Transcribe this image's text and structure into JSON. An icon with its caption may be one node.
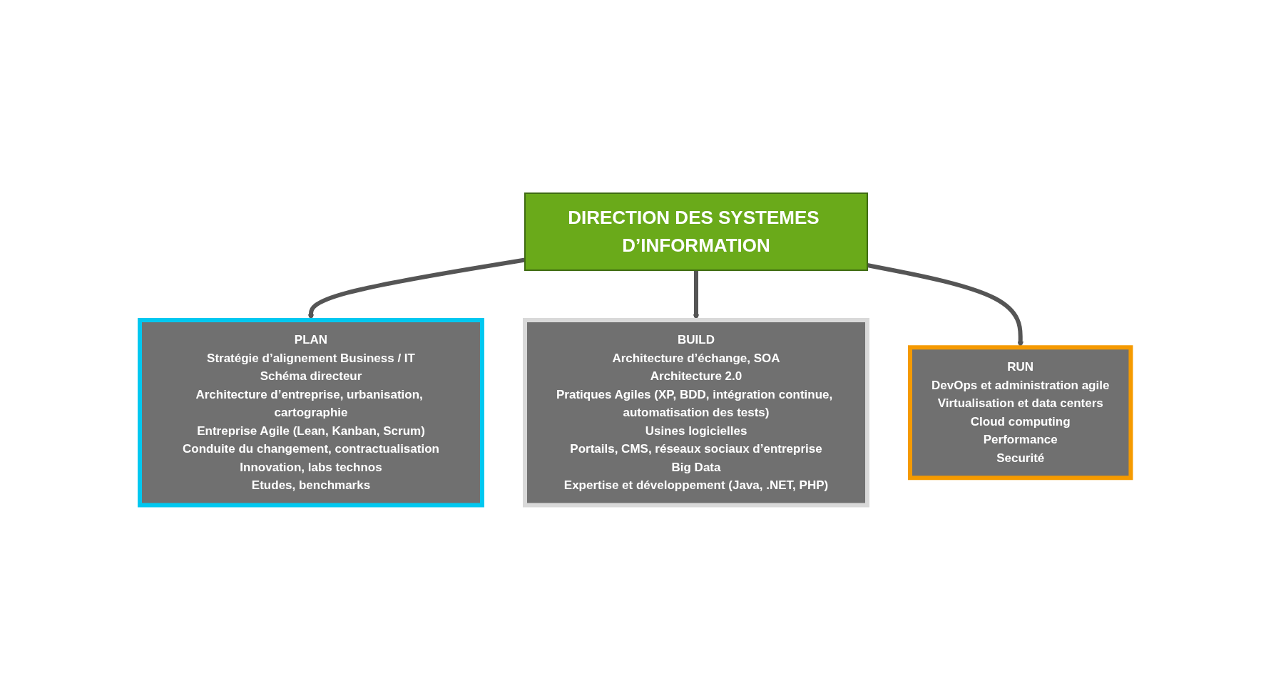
{
  "diagram": {
    "nodes": [
      {
        "text": [
          "DIRECTION DES SYSTEMES D’INFORMATION"
        ]
      },
      {
        "text": [
          "PLAN",
          "Stratégie d’alignement Business / IT",
          "Schéma directeur",
          "Architecture d’entreprise, urbanisation, cartographie",
          "Entreprise Agile (Lean, Kanban, Scrum)",
          "Conduite du changement, contractualisation",
          "Innovation, labs technos",
          "Etudes, benchmarks"
        ]
      },
      {
        "text": [
          "BUILD",
          "Architecture d’échange, SOA",
          "Architecture 2.0",
          "Pratiques Agiles (XP, BDD, intégration continue, automatisation des tests)",
          "Usines logicielles",
          "Portails, CMS, réseaux sociaux d’entreprise",
          "Big Data",
          "Expertise et développement (Java, .NET, PHP)"
        ]
      },
      {
        "text": [
          "RUN",
          "DevOps et administration agile",
          "Virtualisation et data centers",
          "Cloud computing",
          "Performance",
          "Securité"
        ]
      }
    ],
    "edges": [
      {
        "from": 0,
        "to": 1,
        "arrow": "to"
      },
      {
        "from": 0,
        "to": 2,
        "arrow": "to"
      },
      {
        "from": 0,
        "to": 3,
        "arrow": "to"
      }
    ]
  }
}
